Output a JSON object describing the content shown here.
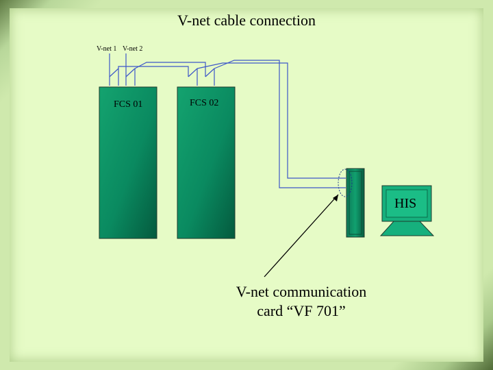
{
  "title": "V-net cable connection",
  "vnet_labels": {
    "vnet1": "V-net 1",
    "vnet2": "V-net 2"
  },
  "cabinets": {
    "fcs01": "FCS 01",
    "fcs02": "FCS 02"
  },
  "his_label": "HIS",
  "card_label": {
    "line1": "V-net communication",
    "line2": "card “VF 701”"
  },
  "colors": {
    "slide_bg": "#e6fbc6",
    "cabinet_fill": "#0a8a60",
    "cabinet_dark": "#045a3e",
    "cable": "#3d57c8",
    "his_fill": "#16b07d"
  }
}
